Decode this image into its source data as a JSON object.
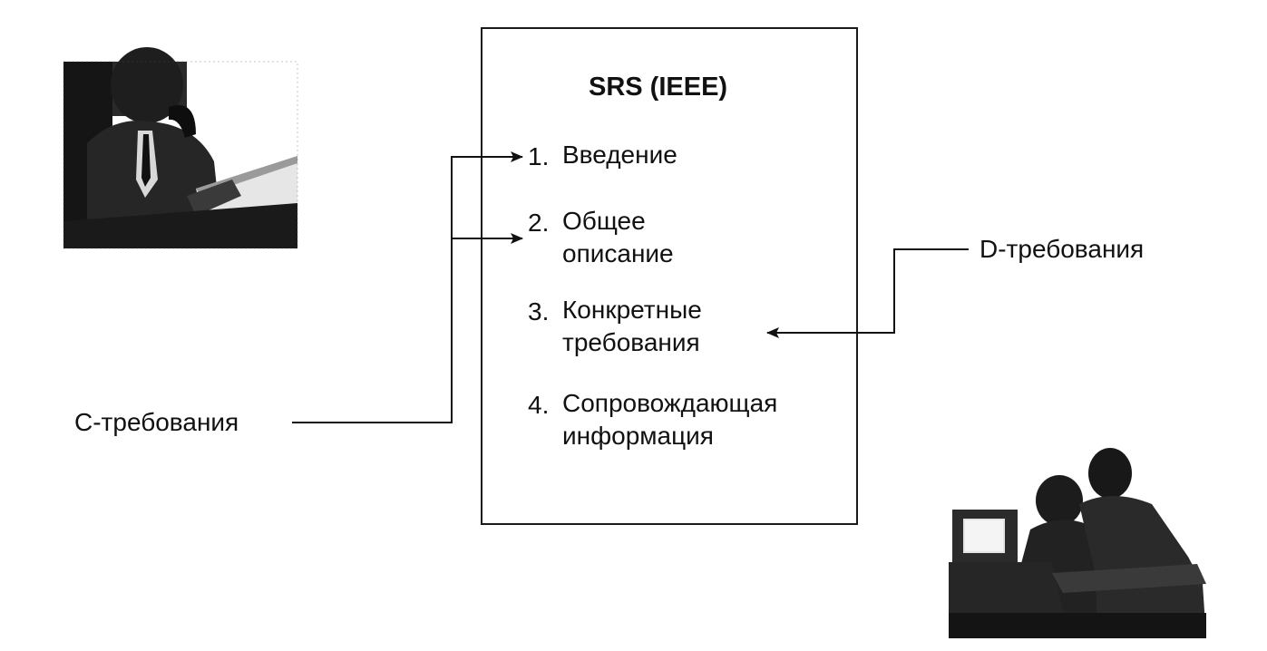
{
  "document": {
    "title": "SRS (IEEE)",
    "sections": [
      {
        "number": "1.",
        "lines": [
          "Введение"
        ]
      },
      {
        "number": "2.",
        "lines": [
          "Общее",
          "описание"
        ]
      },
      {
        "number": "3.",
        "lines": [
          "Конкретные",
          "требования"
        ]
      },
      {
        "number": "4.",
        "lines": [
          "Сопровождающая",
          "информация"
        ]
      }
    ]
  },
  "labels": {
    "c_requirements": "С-требования",
    "d_requirements": "D-требования"
  },
  "illustrations": {
    "customer": "businessman-on-phone-icon",
    "developers": "developers-at-computer-icon"
  },
  "colors": {
    "ink": "#111111",
    "background": "#ffffff"
  }
}
